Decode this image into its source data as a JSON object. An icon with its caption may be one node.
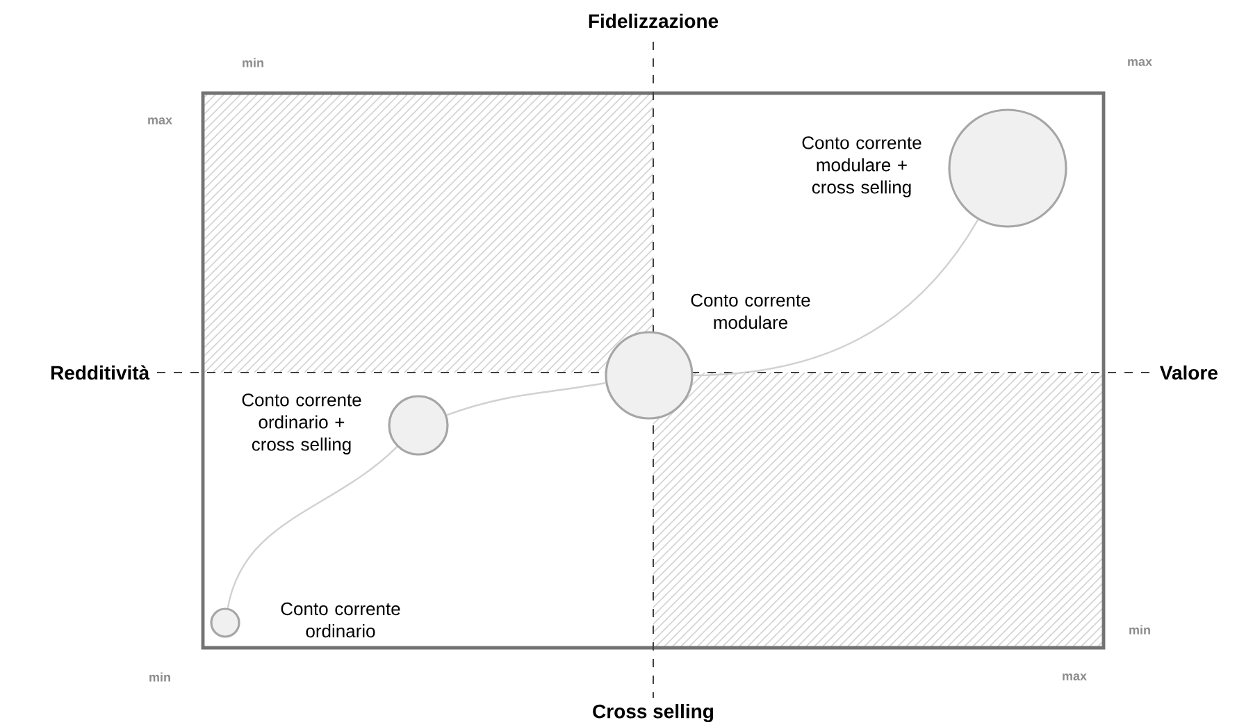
{
  "diagram": {
    "nodes": [
      {
        "text": [],
        "shape": "circle",
        "beside": [
          "Conto corrente ordinario"
        ]
      },
      {
        "text": [],
        "shape": "circle",
        "beside": [
          "Conto corrente ordinario + cross selling"
        ]
      },
      {
        "text": [],
        "shape": "circle",
        "beside": [
          "Conto corrente modulare"
        ]
      },
      {
        "text": [],
        "shape": "circle",
        "beside": [
          "Conto corrente modulare + cross selling"
        ]
      }
    ],
    "edges": [
      {
        "from": 0,
        "to": 1,
        "arrow": "none"
      },
      {
        "from": 1,
        "to": 2,
        "arrow": "none"
      },
      {
        "from": 2,
        "to": 3,
        "arrow": "none"
      }
    ],
    "labels": [
      "Fidelizzazione",
      "min",
      "max",
      "max",
      "Redditività",
      "Valore",
      "min",
      "min",
      "max",
      "Cross selling"
    ]
  }
}
